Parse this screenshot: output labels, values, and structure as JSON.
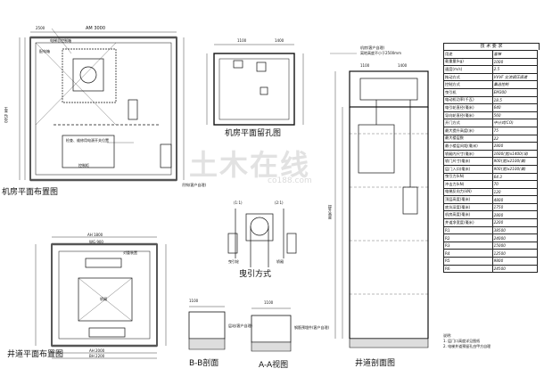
{
  "views": {
    "machine_room_plan": "机房平面布置图",
    "machine_room_openings": "机房平面留孔图",
    "roping": "曳引方式",
    "shaft_plan": "井道平面布置图",
    "section_bb": "B-B剖面",
    "view_aa": "A-A视图",
    "shaft_section": "井道剖面图"
  },
  "annotations": {
    "machine_room_plan": {
      "dim_top": "AM 3000",
      "dim_top_left": "2500",
      "dim_right": "HM 4500",
      "note_top": "电梯总控制箱",
      "note_mid": "配电箱",
      "note_bottom": "检查、维修用电源开关位置",
      "label_controller": "控制柜",
      "label_hook": "吊钩(客户自理)"
    },
    "machine_room_openings": {
      "dim_top_left": "1100",
      "dim_top_right": "1400"
    },
    "roping": {
      "left": "(1:1)",
      "right": "(2:1)",
      "bottom_left": "曳引轮",
      "bottom_right": "轿厢"
    },
    "shaft_plan": {
      "dim_top_1": "AH 1800",
      "dim_top_2": "WG 900",
      "dim_bottom_1": "AH 2000",
      "dim_bottom_2": "BH 2200",
      "label_car": "轿厢",
      "label_cwt": "对重装置"
    },
    "section_bb": {
      "label": "层站(客户自理)",
      "dim": "1100"
    },
    "view_aa": {
      "label": "钢筋预埋件(客户自理)",
      "dim": "1100"
    },
    "shaft_section": {
      "dim_top_left": "1100",
      "dim_top_right": "1400",
      "note_top": "机房(客户自理)",
      "note_top2": "离地高度不小于2500mm",
      "label_travel": "提升高度"
    }
  },
  "tech_requirements": {
    "title": "技 术 要 求",
    "rows": [
      [
        "用途",
        "客梯"
      ],
      [
        "载重量(kg)",
        "1000"
      ],
      [
        "速度(m/s)",
        "2.5"
      ],
      [
        "拖动方式",
        "VVVF 交流调压调速"
      ],
      [
        "控制方式",
        "集选控制"
      ],
      [
        "曳引机",
        "EM300"
      ],
      [
        "电动机功率(千瓦)",
        "18.5"
      ],
      [
        "电引轮直径(毫米)",
        "640"
      ],
      [
        "导向轮直径(毫米)",
        "560"
      ],
      [
        "开门方式",
        "中分式(CO)"
      ],
      [
        "最大提升高度(米)",
        "75"
      ],
      [
        "最大楼层数",
        "22"
      ],
      [
        "最小楼层间距(毫米)",
        "2800"
      ],
      [
        "轿厢内尺寸(毫米)",
        "1600(宽)x1400(深)"
      ],
      [
        "轿门尺寸(毫米)",
        "900(宽)x2100(高)"
      ],
      [
        "层门入口(毫米)",
        "900(宽)x2100(高)"
      ],
      [
        "曳引力(kN)",
        "64.3"
      ],
      [
        "冲击力(kN)",
        "70"
      ],
      [
        "电梯反向力(kN)",
        "120"
      ],
      [
        "顶层高度(毫米)",
        "4800"
      ],
      [
        "底坑深度(毫米)",
        "1750"
      ],
      [
        "机房高度(毫米)",
        "2800"
      ],
      [
        "井道净宽度(毫米)",
        "2200"
      ],
      [
        "R1",
        "38500"
      ],
      [
        "R2",
        "24000"
      ],
      [
        "R3",
        "15000"
      ],
      [
        "R4",
        "12500"
      ],
      [
        "R5",
        "9800"
      ],
      [
        "R6",
        "24500"
      ]
    ]
  },
  "notes": [
    "说明:",
    "1. 层门口高度详见图纸",
    "2. 电梯井道预留孔由甲方自理"
  ],
  "watermark": {
    "text": "土木在线",
    "url": "co188.com"
  }
}
